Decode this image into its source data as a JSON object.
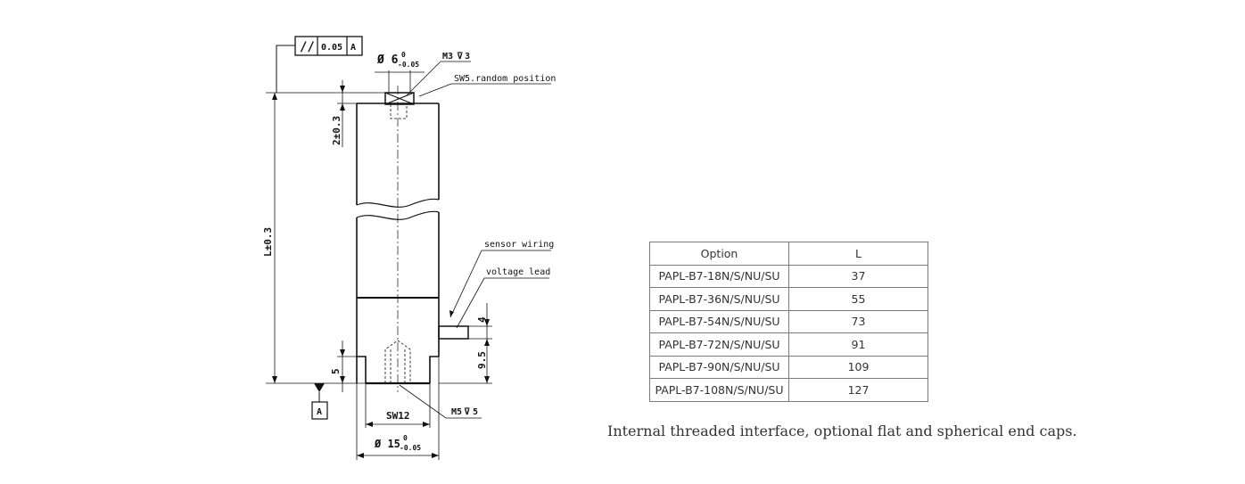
{
  "drawing": {
    "tolerance_symbol": "//",
    "tolerance_value": "0.05",
    "datum_ref": "A",
    "top_diameter": "Ø 6",
    "top_diameter_tol_upper": "0",
    "top_diameter_tol_lower": "-0.05",
    "top_thread": "M3",
    "top_thread_depth": "3",
    "sw5_note": "SW5.random position",
    "top_offset": "2±0.3",
    "length": "L±0.3",
    "sensor_wiring": "sensor wiring",
    "voltage_lead": "voltage lead",
    "lead_dim": "4",
    "lead_height": "9.5",
    "base_step": "5",
    "datum_label": "A",
    "bottom_sw": "SW12",
    "bottom_thread": "M5",
    "bottom_thread_depth": "5",
    "bottom_diameter": "Ø 15",
    "bottom_diameter_tol_upper": "0",
    "bottom_diameter_tol_lower": "-0.05"
  },
  "table": {
    "headers": [
      "Option",
      "L"
    ],
    "rows": [
      [
        "PAPL-B7-18N/S/NU/SU",
        "37"
      ],
      [
        "PAPL-B7-36N/S/NU/SU",
        "55"
      ],
      [
        "PAPL-B7-54N/S/NU/SU",
        "73"
      ],
      [
        "PAPL-B7-72N/S/NU/SU",
        "91"
      ],
      [
        "PAPL-B7-90N/S/NU/SU",
        "109"
      ],
      [
        "PAPL-B7-108N/S/NU/SU",
        "127"
      ]
    ]
  },
  "caption": "Internal threaded interface, optional flat and spherical end caps."
}
